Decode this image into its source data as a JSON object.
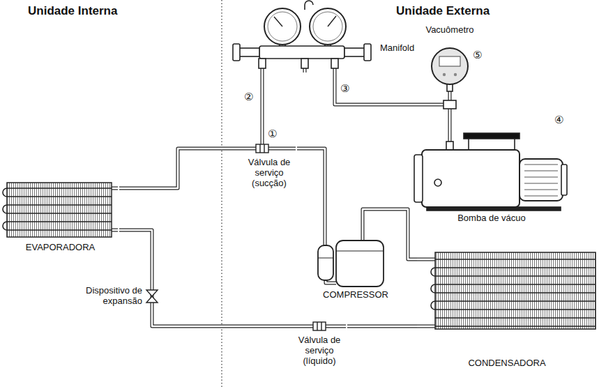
{
  "diagram": {
    "nodes": [
      {
        "text": [
          "Manifold"
        ]
      },
      {
        "text": [
          "Vacuômetro"
        ]
      },
      {
        "text": [
          "EVAPORADORA"
        ]
      },
      {
        "text": [
          "Válvula de serviço (sucção)"
        ]
      },
      {
        "text": [
          "COMPRESSOR"
        ]
      },
      {
        "text": [
          "CONDENSADORA"
        ]
      },
      {
        "text": [
          "Válvula de serviço (líquido)"
        ]
      },
      {
        "text": [
          "Dispositivo de expansão"
        ]
      },
      {
        "text": [
          "Bomba de vácuo"
        ]
      }
    ],
    "edges": [
      {
        "from": 2,
        "to": 3,
        "arrow": "none"
      },
      {
        "from": 3,
        "to": 4,
        "arrow": "none"
      },
      {
        "from": 4,
        "to": 5,
        "arrow": "none"
      },
      {
        "from": 5,
        "to": 6,
        "arrow": "none"
      },
      {
        "from": 6,
        "to": 7,
        "arrow": "none"
      },
      {
        "from": 7,
        "to": 2,
        "arrow": "none"
      },
      {
        "from": 0,
        "to": 3,
        "arrow": "none"
      },
      {
        "from": 0,
        "to": 1,
        "arrow": "none"
      },
      {
        "from": 1,
        "to": 8,
        "arrow": "none"
      }
    ],
    "labels": [
      "Unidade Interna",
      "Unidade Externa",
      "①",
      "②",
      "③",
      "④",
      "⑤"
    ]
  }
}
